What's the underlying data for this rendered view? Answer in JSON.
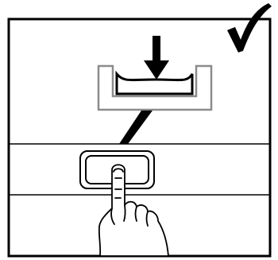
{
  "figure": {
    "status": "correct",
    "colors": {
      "ink": "#000000",
      "frame_gray": "#8c8c8c",
      "background": "#ffffff"
    },
    "icons": [
      "check-mark-icon",
      "down-arrow-icon",
      "drawer-tray",
      "button-press",
      "pointing-finger-hand"
    ]
  }
}
